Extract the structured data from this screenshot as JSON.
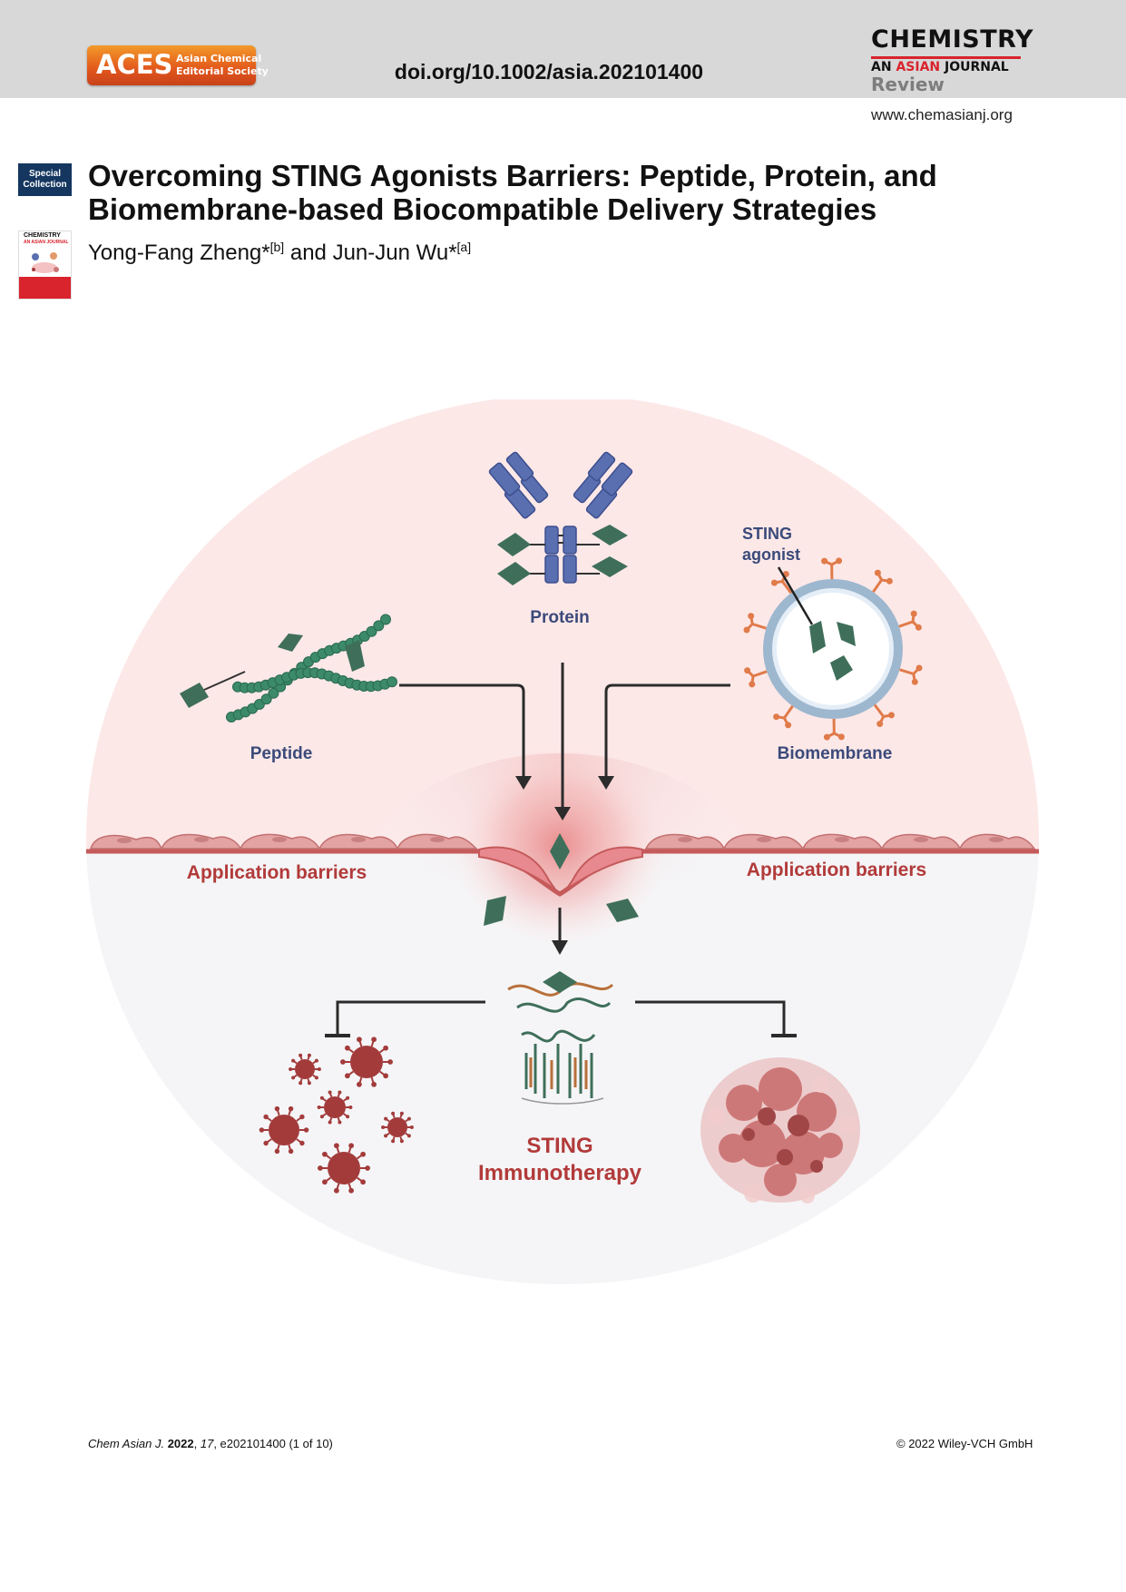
{
  "header": {
    "aces_logo": {
      "word": "ACES",
      "line1": "Asian Chemical",
      "line2": "Editorial Society"
    },
    "doi": "doi.org/10.1002/asia.202101400",
    "journal": {
      "name": "CHEMISTRY",
      "sub_prefix": "AN",
      "sub_highlight": "ASIAN",
      "sub_suffix": "JOURNAL",
      "article_type": "Review"
    },
    "website": "www.chemasianj.org"
  },
  "sidebar": {
    "badge_line1": "Special",
    "badge_line2": "Collection",
    "cover_title": "CHEMISTRY",
    "cover_sub": "AN ASIAN JOURNAL"
  },
  "article": {
    "title": "Overcoming STING Agonists Barriers: Peptide, Protein, and Biomembrane-based Biocompatible Delivery Strategies",
    "author1": "Yong-Fang Zheng*",
    "author1_aff": "[b]",
    "connector": " and ",
    "author2": "Jun-Jun Wu*",
    "author2_aff": "[a]"
  },
  "graphic": {
    "label_protein": "Protein",
    "label_peptide": "Peptide",
    "label_biomembrane": "Biomembrane",
    "label_sting_line1": "STING",
    "label_sting_line2": "agonist",
    "label_barrier_left": "Application barriers",
    "label_barrier_right": "Application barriers",
    "label_center_line1": "STING",
    "label_center_line2": "Immunotherapy",
    "colors": {
      "top_bg": "#fde8e8",
      "bottom_bg": "#f5f5f7",
      "agonist": "#3f6f5a",
      "antibody": "#5a6fb0",
      "barrier_text": "#b23a3a",
      "label_text": "#3b4a7a",
      "virus": "#a33b3b"
    }
  },
  "footer": {
    "journal_abbrev": "Chem Asian J.",
    "year": "2022",
    "volume": "17",
    "article_no": "e202101400 (1 of 10)",
    "copyright": "© 2022 Wiley-VCH GmbH"
  }
}
